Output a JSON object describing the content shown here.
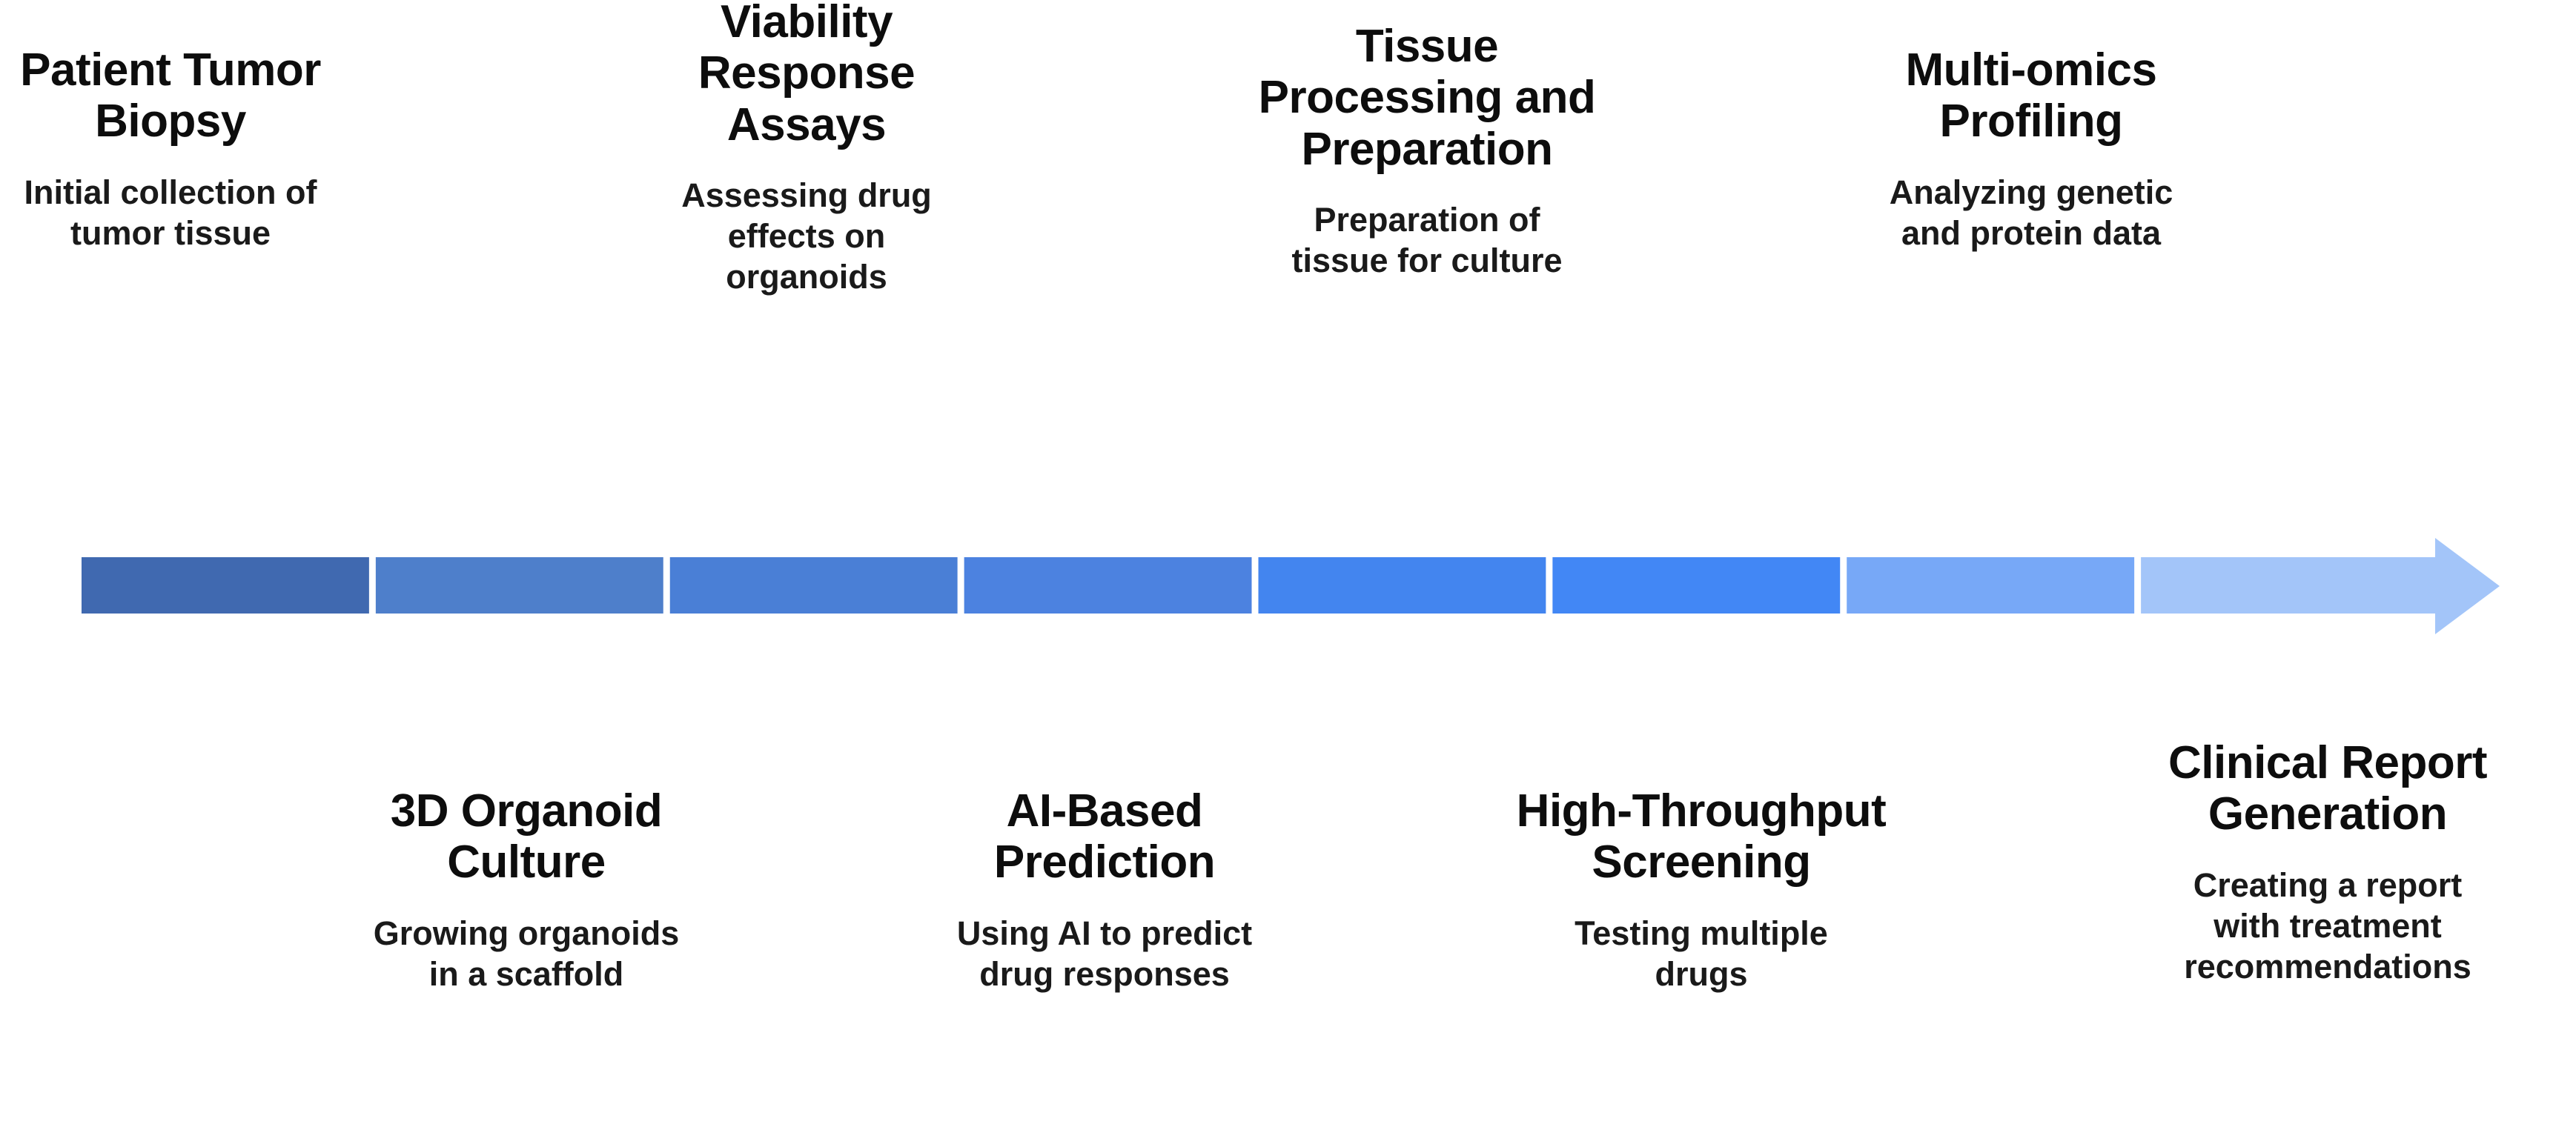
{
  "diagram": {
    "type": "horizontal-process-arrow",
    "orientation": "left-to-right",
    "stage_count": 8,
    "background_color": "#ffffff",
    "title_color": "#0d0d0d",
    "description_color": "#1a1a1a"
  },
  "arrow": {
    "name": "process-arrow",
    "segment_colors": [
      "#4069B0",
      "#4E7FCB",
      "#4A7FD6",
      "#4C82E0",
      "#4385EF",
      "#4287F5",
      "#77A8F7",
      "#A3C5F9"
    ],
    "head_color": "#A3C5F9",
    "head_label": "arrow-head"
  },
  "stages": [
    {
      "index": 1,
      "position": "above",
      "title": "Patient Tumor\nBiopsy",
      "description": "Initial collection of\ntumor tissue"
    },
    {
      "index": 2,
      "position": "below",
      "title": "3D Organoid\nCulture",
      "description": "Growing organoids\nin a scaffold"
    },
    {
      "index": 3,
      "position": "above",
      "title": "Viability\nResponse\nAssays",
      "description": "Assessing drug\neffects on\norganoids"
    },
    {
      "index": 4,
      "position": "below",
      "title": "AI-Based\nPrediction",
      "description": "Using AI to predict\ndrug responses"
    },
    {
      "index": 5,
      "position": "above",
      "title": "Tissue\nProcessing and\nPreparation",
      "description": "Preparation of\ntissue for culture"
    },
    {
      "index": 6,
      "position": "below",
      "title": "High-Throughput\nScreening",
      "description": "Testing multiple\ndrugs"
    },
    {
      "index": 7,
      "position": "above",
      "title": "Multi-omics\nProfiling",
      "description": "Analyzing genetic\nand protein data"
    },
    {
      "index": 8,
      "position": "below",
      "title": "Clinical Report\nGeneration",
      "description": "Creating a report\nwith treatment\nrecommendations"
    }
  ]
}
